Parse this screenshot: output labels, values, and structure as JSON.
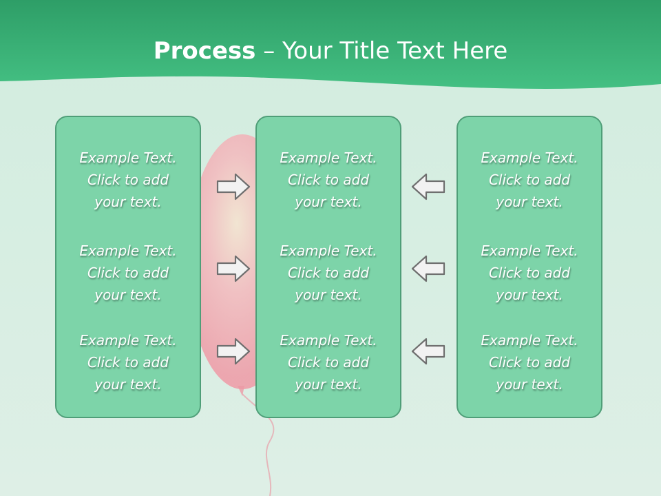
{
  "title": {
    "bold": "Process",
    "rest": " – Your Title Text Here"
  },
  "panels": [
    {
      "cells": [
        [
          "Example Text.",
          "Click  to add",
          "your text."
        ],
        [
          "Example Text.",
          "Click  to add",
          "your text."
        ],
        [
          "Example Text.",
          "Click  to add",
          "your text."
        ]
      ]
    },
    {
      "cells": [
        [
          "Example Text.",
          "Click  to add",
          "your text."
        ],
        [
          "Example Text.",
          "Click  to add",
          "your text."
        ],
        [
          "Example Text.",
          "Click  to add",
          "your text."
        ]
      ]
    },
    {
      "cells": [
        [
          "Example Text.",
          "Click  to add",
          "your text."
        ],
        [
          "Example Text.",
          "Click  to add",
          "your text."
        ],
        [
          "Example Text.",
          "Click  to add",
          "your text."
        ]
      ]
    }
  ],
  "colors": {
    "banner": "#3dba7e",
    "panel": "#7dd4a9",
    "panel_border": "#4f9e78",
    "balloon": "#f3a0aa"
  },
  "icons": {
    "left_arrows": "arrow-right-icon",
    "right_arrows": "arrow-left-icon"
  }
}
